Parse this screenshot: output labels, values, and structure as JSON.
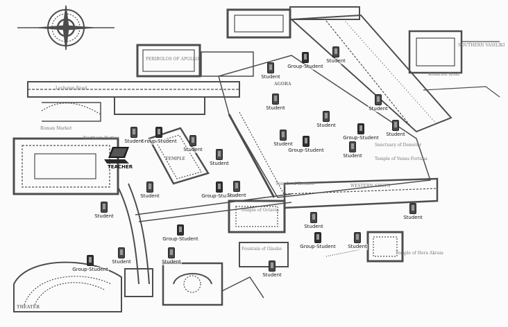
{
  "colors": {
    "ink": "#4d4d4d",
    "light": "#bdbdbd",
    "paper": "#fbfbfb",
    "device": "#4a4a4a"
  },
  "map_labels": {
    "apollo": "PERIBOLOS OF APOLLO",
    "lechaion": "Lechaion Road",
    "agora": "AGORA",
    "southern_vasilikí": "SOUTHERN VASILIKI",
    "kenkrion": "Kenkrion Road",
    "temple": "TEMPLE",
    "roman_market": "Roman Market",
    "northern_portico": "Northern Portico",
    "temple_octavia": "Temple of Octavia",
    "western_shops": "WESTERN SHOPS",
    "fountain_glauke": "Fountain of Glauke",
    "temple_hera": "Temple of Hera Akraia",
    "theater": "THEATER",
    "sanctuary": "Sanctuary of Demeter",
    "temple_venus": "Temple of Venus Fortuna",
    "temple_hermes": "Temple of Hermes"
  },
  "teacher": {
    "label": "TEACHER",
    "icon": "laptop-icon"
  },
  "devices": [
    {
      "label": "Student",
      "type": "student"
    },
    {
      "label": "Group-Student",
      "type": "group"
    },
    {
      "label": "Student",
      "type": "student"
    },
    {
      "label": "Student",
      "type": "student"
    },
    {
      "label": "Student",
      "type": "student"
    },
    {
      "label": "Student",
      "type": "student"
    },
    {
      "label": "Group-Student",
      "type": "group"
    },
    {
      "label": "Student",
      "type": "student"
    },
    {
      "label": "Group-Student",
      "type": "group"
    },
    {
      "label": "Student",
      "type": "student"
    },
    {
      "label": "Student",
      "type": "student"
    },
    {
      "label": "Student",
      "type": "student"
    },
    {
      "label": "Student",
      "type": "student"
    },
    {
      "label": "Group-Student",
      "type": "group"
    },
    {
      "label": "Student",
      "type": "student"
    },
    {
      "label": "Student",
      "type": "student"
    },
    {
      "label": "Group-Student",
      "type": "group"
    },
    {
      "label": "Student",
      "type": "student"
    },
    {
      "label": "Student",
      "type": "student"
    },
    {
      "label": "Student",
      "type": "student"
    },
    {
      "label": "Student",
      "type": "student"
    },
    {
      "label": "Group-Student",
      "type": "group"
    },
    {
      "label": "Student",
      "type": "student"
    },
    {
      "label": "Group-Student",
      "type": "group"
    },
    {
      "label": "Student",
      "type": "student"
    },
    {
      "label": "Student",
      "type": "student"
    },
    {
      "label": "Group-Student",
      "type": "group"
    },
    {
      "label": "Student",
      "type": "student"
    }
  ]
}
